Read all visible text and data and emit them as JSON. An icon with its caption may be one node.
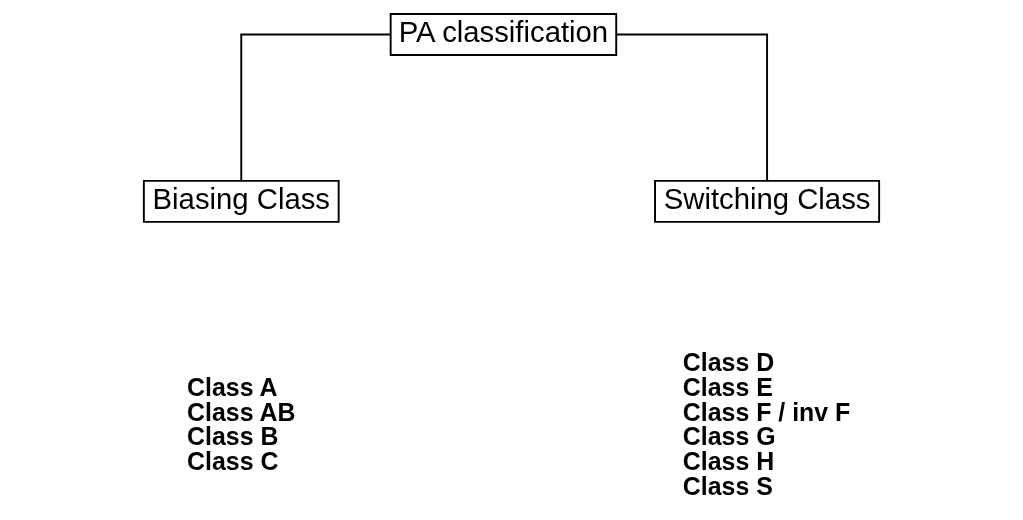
{
  "diagram": {
    "nodes": [
      {
        "text": [
          "PA classification"
        ]
      },
      {
        "text": [
          "Biasing Class"
        ],
        "beside": [
          "Class A",
          "Class AB",
          "Class B",
          "Class C"
        ]
      },
      {
        "text": [
          "Switching Class"
        ],
        "beside": [
          "Class D",
          "Class E",
          "Class F / inv F",
          "Class G",
          "Class H",
          "Class S"
        ]
      }
    ],
    "edges": [
      {
        "from": 0,
        "to": 1,
        "arrow": "none"
      },
      {
        "from": 0,
        "to": 2,
        "arrow": "none"
      }
    ]
  }
}
